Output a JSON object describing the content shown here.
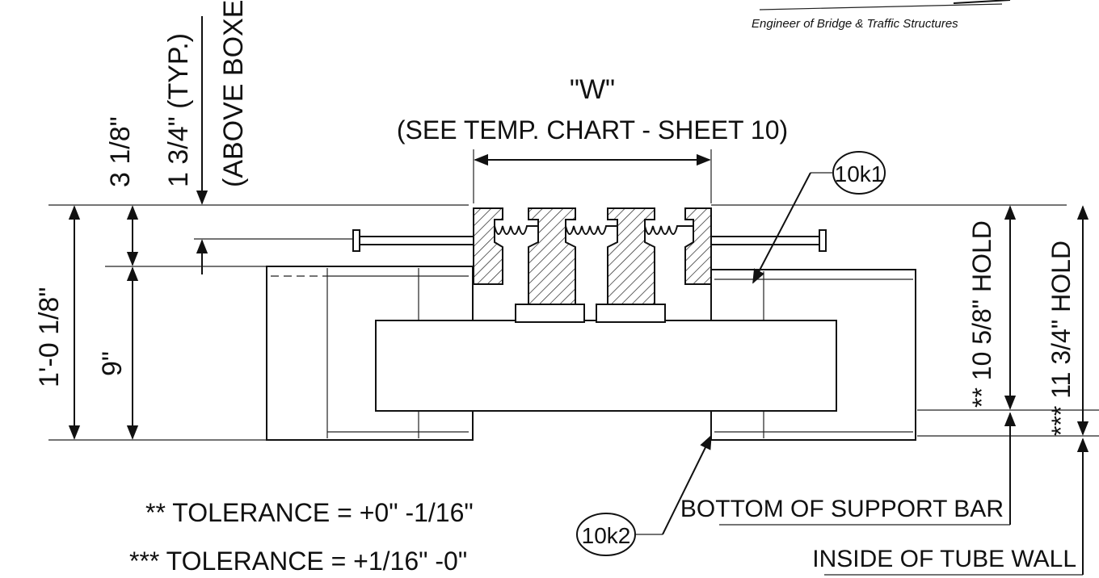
{
  "header": {
    "stamp_text": "Engineer of Bridge & Traffic Structures"
  },
  "dimensions": {
    "top_small": "3 1/8\"",
    "above_boxes_value": "1 3/4\" (TYP.)",
    "above_boxes_note": "(ABOVE BOXES)",
    "overall_height": "1'-0 1/8\"",
    "box_height": "9\"",
    "width_label": "\"W\"",
    "width_note": "(SEE TEMP. CHART - SHEET 10)",
    "hold_support_bar": "** 10 5/8\" HOLD",
    "hold_tube_wall": "*** 11 3/4\" HOLD"
  },
  "callouts": {
    "upper": "10k1",
    "lower": "10k2"
  },
  "labels": {
    "support_bar": "BOTTOM OF SUPPORT BAR",
    "tube_wall": "INSIDE OF TUBE WALL"
  },
  "notes": {
    "tolerance_1": "** TOLERANCE = +0\" -1/16\"",
    "tolerance_2": "*** TOLERANCE = +1/16\" -0\""
  }
}
